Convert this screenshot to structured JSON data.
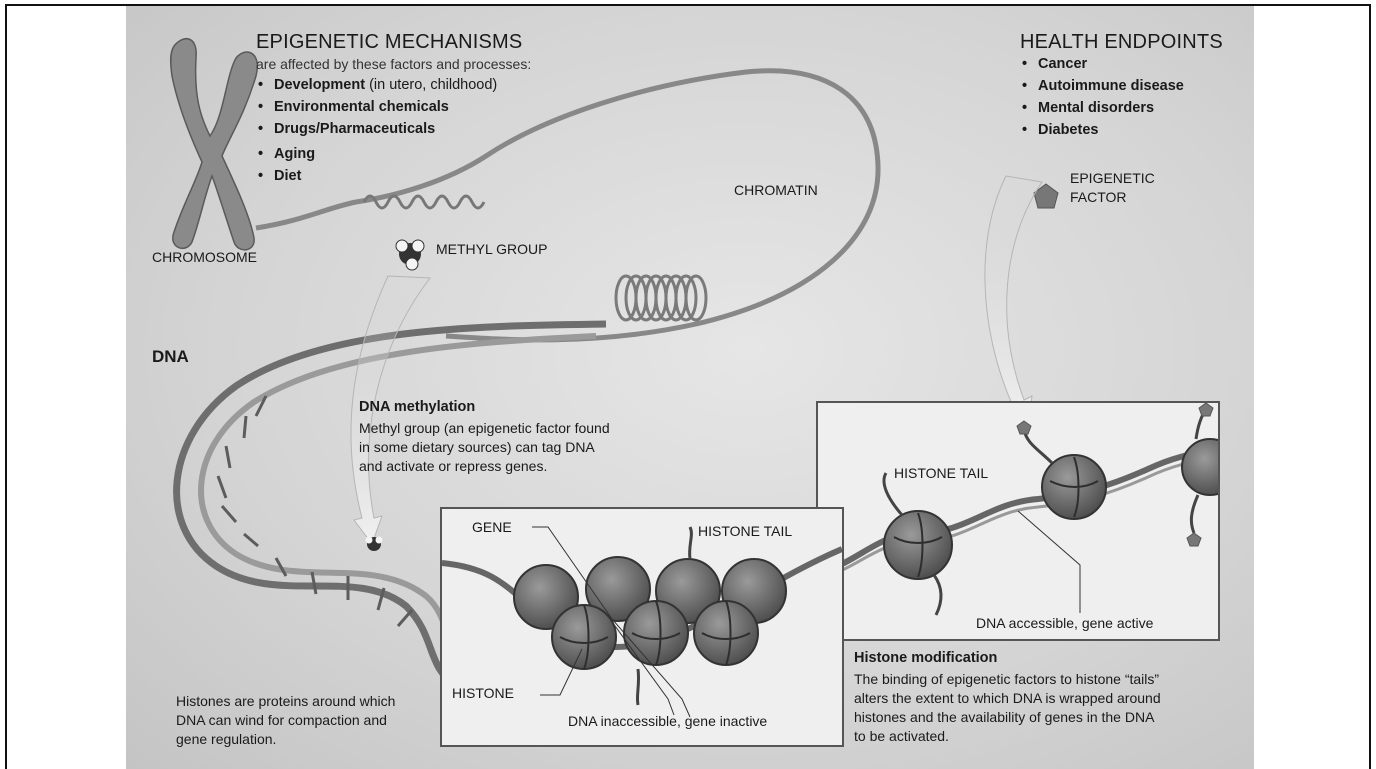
{
  "mechanisms": {
    "title": "EPIGENETIC MECHANISMS",
    "subtitle": "are affected by these factors and processes:",
    "items": [
      {
        "label": "Development",
        "note": " (in utero, childhood)"
      },
      {
        "label": "Environmental chemicals",
        "note": ""
      },
      {
        "label": "Drugs/Pharmaceuticals",
        "note": ""
      },
      {
        "label": "Aging",
        "note": ""
      },
      {
        "label": "Diet",
        "note": ""
      }
    ]
  },
  "health": {
    "title": "HEALTH ENDPOINTS",
    "items": [
      "Cancer",
      "Autoimmune disease",
      "Mental disorders",
      "Diabetes"
    ]
  },
  "labels": {
    "chromosome": "CHROMOSOME",
    "chromatin": "CHROMATIN",
    "methyl_group": "METHYL GROUP",
    "epigenetic_factor_1": "EPIGENETIC",
    "epigenetic_factor_2": "FACTOR",
    "dna": "DNA",
    "gene": "GENE",
    "histone_tail_left": "HISTONE TAIL",
    "histone_tail_right": "HISTONE TAIL",
    "histone": "HISTONE",
    "dna_inaccessible": "DNA inaccessible, gene inactive",
    "dna_accessible": "DNA accessible, gene active"
  },
  "methylation": {
    "title": "DNA methylation",
    "lines": [
      "Methyl group (an epigenetic factor found",
      "in some dietary sources) can tag DNA",
      "and activate or repress genes."
    ]
  },
  "histones_note": {
    "lines": [
      "Histones are proteins around which",
      "DNA can wind for compaction and",
      "gene regulation."
    ]
  },
  "histone_mod": {
    "title": "Histone modification",
    "lines": [
      "The binding of epigenetic factors to histone “tails”",
      "alters the extent to which DNA is wrapped around",
      "histones and the availability of genes in the DNA",
      "to be activated."
    ]
  }
}
